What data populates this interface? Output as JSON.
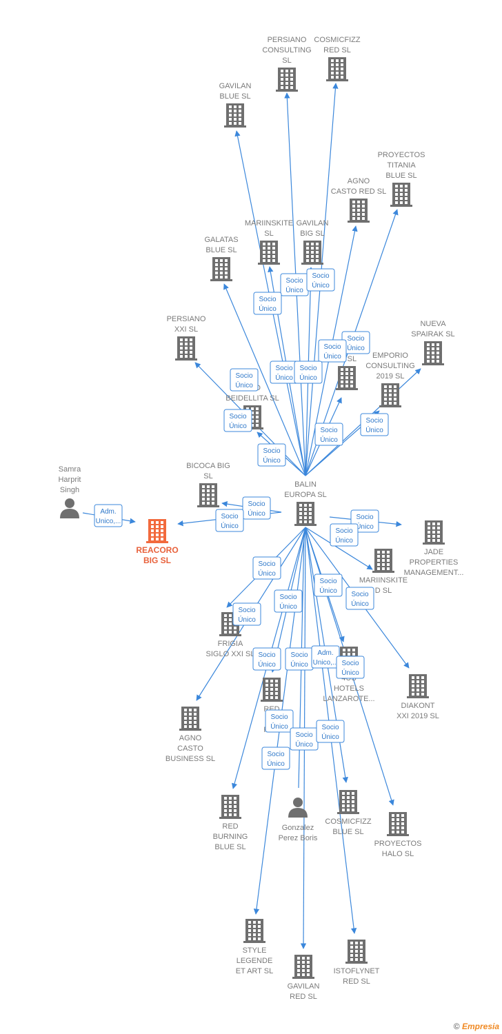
{
  "center": {
    "name": "BALIN EUROPA SL",
    "lines": [
      "BALIN",
      "EUROPA  SL"
    ]
  },
  "nodes": [
    {
      "id": "persiano_consulting",
      "lines": [
        "PERSIANO",
        "CONSULTING",
        "SL"
      ],
      "kind": "company"
    },
    {
      "id": "cosmicfizz_red",
      "lines": [
        "COSMICFIZZ",
        "RED  SL"
      ],
      "kind": "company"
    },
    {
      "id": "gavilan_blue",
      "lines": [
        "GAVILAN",
        "BLUE  SL"
      ],
      "kind": "company"
    },
    {
      "id": "proyectos_titania",
      "lines": [
        "PROYECTOS",
        "TITANIA",
        "BLUE  SL"
      ],
      "kind": "company"
    },
    {
      "id": "agno_casto_red",
      "lines": [
        "AGNO",
        "CASTO RED  SL"
      ],
      "kind": "company"
    },
    {
      "id": "mariinskite_sl",
      "lines": [
        "MARIINSKITE",
        "SL"
      ],
      "kind": "company"
    },
    {
      "id": "gavilan_big",
      "lines": [
        "GAVILAN",
        "BIG  SL"
      ],
      "kind": "company"
    },
    {
      "id": "galatas_blue",
      "lines": [
        "GALATAS",
        "BLUE  SL"
      ],
      "kind": "company"
    },
    {
      "id": "persiano_xxi",
      "lines": [
        "PERSIANO",
        "XXI  SL"
      ],
      "kind": "company"
    },
    {
      "id": "nueva_spairak",
      "lines": [
        "NUEVA",
        "SPAIRAK  SL"
      ],
      "kind": "company"
    },
    {
      "id": "emporio_consulting",
      "lines": [
        "EMPORIO",
        "CONSULTING",
        "2019  SL"
      ],
      "kind": "company"
    },
    {
      "id": "hidden_big",
      "lines": [
        "IG  SL"
      ],
      "kind": "company"
    },
    {
      "id": "pro_beidellita",
      "lines": [
        "PRO",
        "BEIDELLITA  SL"
      ],
      "kind": "company"
    },
    {
      "id": "bicoca_big",
      "lines": [
        "BICOCA BIG",
        "SL"
      ],
      "kind": "company"
    },
    {
      "id": "samra",
      "lines": [
        "Samra",
        "Harprit",
        "Singh"
      ],
      "kind": "person"
    },
    {
      "id": "reacoro",
      "lines": [
        "REACORO",
        "BIG  SL"
      ],
      "kind": "focus"
    },
    {
      "id": "jade",
      "lines": [
        "JADE",
        "PROPERTIES",
        "MANAGEMENT..."
      ],
      "kind": "company"
    },
    {
      "id": "mariinskite_red",
      "lines": [
        "MARIINSKITE",
        "D  SL"
      ],
      "kind": "company"
    },
    {
      "id": "frigia",
      "lines": [
        "FRIGIA",
        "SIGLO XXI  SL"
      ],
      "kind": "company"
    },
    {
      "id": "hotels_lanzarote",
      "lines": [
        "4US",
        "HOTELS",
        "LANZAROTE..."
      ],
      "kind": "company"
    },
    {
      "id": "diakont",
      "lines": [
        "DIAKONT",
        "XXI 2019  SL"
      ],
      "kind": "company"
    },
    {
      "id": "red_burning_red",
      "lines": [
        "RED",
        "BU",
        "RED"
      ],
      "kind": "company"
    },
    {
      "id": "agno_casto_business",
      "lines": [
        "AGNO",
        "CASTO",
        "BUSINESS  SL"
      ],
      "kind": "company"
    },
    {
      "id": "red_burning_blue",
      "lines": [
        "RED",
        "BURNING",
        "BLUE  SL"
      ],
      "kind": "company"
    },
    {
      "id": "gonzalez",
      "lines": [
        "Gonzalez",
        "Perez Boris"
      ],
      "kind": "person"
    },
    {
      "id": "cosmicfizz_blue",
      "lines": [
        "COSMICFIZZ",
        "BLUE  SL"
      ],
      "kind": "company"
    },
    {
      "id": "proyectos_halo",
      "lines": [
        "PROYECTOS",
        "HALO  SL"
      ],
      "kind": "company"
    },
    {
      "id": "style_legende",
      "lines": [
        "STYLE",
        "LEGENDE",
        "ET ART  SL"
      ],
      "kind": "company"
    },
    {
      "id": "gavilan_red",
      "lines": [
        "GAVILAN",
        "RED  SL"
      ],
      "kind": "company"
    },
    {
      "id": "istoflynet",
      "lines": [
        "ISTOFLYNET",
        "RED  SL"
      ],
      "kind": "company"
    }
  ],
  "edges": [
    {
      "from": "center",
      "to": "persiano_consulting",
      "label": [
        "Socio",
        "Único"
      ]
    },
    {
      "from": "center",
      "to": "cosmicfizz_red",
      "label": [
        "Socio",
        "Único"
      ]
    },
    {
      "from": "center",
      "to": "gavilan_blue",
      "label": [
        "Socio",
        "Único"
      ]
    },
    {
      "from": "center",
      "to": "proyectos_titania",
      "label": [
        "Socio",
        "Único"
      ]
    },
    {
      "from": "center",
      "to": "agno_casto_red",
      "label": [
        "Socio",
        "Único"
      ]
    },
    {
      "from": "center",
      "to": "mariinskite_sl",
      "label": [
        "Socio",
        "Único"
      ]
    },
    {
      "from": "center",
      "to": "gavilan_big",
      "label": [
        "Socio",
        "Único"
      ]
    },
    {
      "from": "center",
      "to": "galatas_blue",
      "label": [
        "Socio",
        "Único"
      ]
    },
    {
      "from": "center",
      "to": "persiano_xxi",
      "label": [
        "Socio",
        "Único"
      ]
    },
    {
      "from": "center",
      "to": "nueva_spairak",
      "label": [
        "Socio",
        "Único"
      ]
    },
    {
      "from": "center",
      "to": "emporio_consulting",
      "label": [
        "Socio",
        "Único"
      ]
    },
    {
      "from": "center",
      "to": "hidden_big",
      "label": [
        "Socio",
        "Único"
      ]
    },
    {
      "from": "center",
      "to": "pro_beidellita",
      "label": [
        "Socio",
        "Único"
      ]
    },
    {
      "from": "center",
      "to": "bicoca_big",
      "label": [
        "Socio",
        "Único"
      ]
    },
    {
      "from": "samra",
      "to": "reacoro",
      "label": [
        "Adm.",
        "Unico,..."
      ]
    },
    {
      "from": "center",
      "to": "reacoro",
      "label": [
        "Socio",
        "Único"
      ]
    },
    {
      "from": "center",
      "to": "jade",
      "label": [
        "Socio",
        "Único"
      ]
    },
    {
      "from": "center",
      "to": "mariinskite_red",
      "label": [
        "Socio",
        "Único"
      ]
    },
    {
      "from": "center",
      "to": "diakont",
      "label": [
        "Socio",
        "Único"
      ]
    },
    {
      "from": "center",
      "to": "frigia",
      "label": [
        "Socio",
        "Único"
      ]
    },
    {
      "from": "center",
      "to": "hotels_lanzarote",
      "label": [
        "Socio",
        "Único"
      ]
    },
    {
      "from": "center",
      "to": "red_burning_red",
      "label": [
        "Socio",
        "Único"
      ]
    },
    {
      "from": "center",
      "to": "agno_casto_business",
      "label": [
        "Socio",
        "Único"
      ]
    },
    {
      "from": "center",
      "to": "red_burning_blue",
      "label": [
        "Socio",
        "Único"
      ]
    },
    {
      "from": "gonzalez",
      "to": "center",
      "label": [
        "Adm.",
        "Unico,..."
      ]
    },
    {
      "from": "center",
      "to": "cosmicfizz_blue",
      "label": [
        "Socio",
        "Único"
      ]
    },
    {
      "from": "center",
      "to": "proyectos_halo",
      "label": [
        "Socio",
        "Único"
      ]
    },
    {
      "from": "center",
      "to": "style_legende",
      "label": [
        "Socio",
        "Único"
      ]
    },
    {
      "from": "center",
      "to": "gavilan_red",
      "label": [
        "Socio",
        "Único"
      ]
    },
    {
      "from": "center",
      "to": "istoflynet",
      "label": [
        "Socio",
        "Único"
      ]
    }
  ],
  "colors": {
    "edge": "#3b87db",
    "company_icon": "#6f6f6f",
    "focus_icon": "#f26a3d",
    "label_text": "#7a7a7a"
  },
  "footer": {
    "copyright": "©",
    "brand": "Empresia"
  }
}
